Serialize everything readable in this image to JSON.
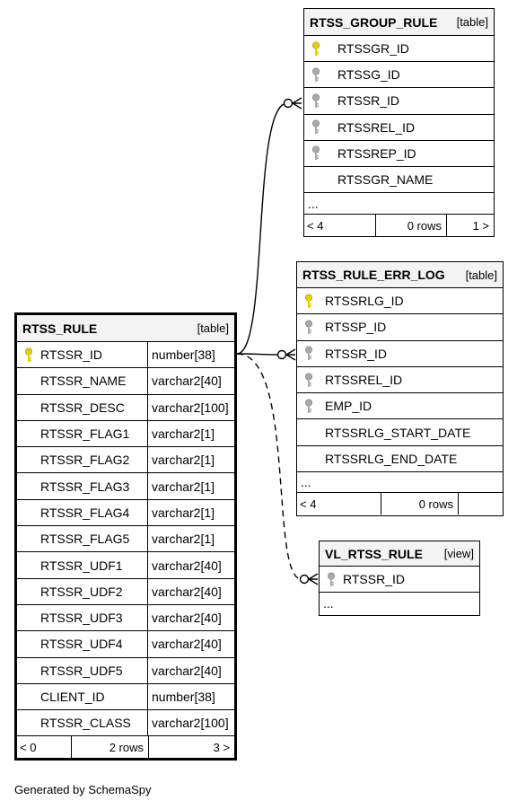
{
  "colors": {
    "primary_key": "#e6d000",
    "foreign_key": "#aaaaaa"
  },
  "tables": {
    "rtss_rule": {
      "name": "RTSS_RULE",
      "kind": "[table]",
      "columns": [
        {
          "name": "RTSSR_ID",
          "type": "number[38]",
          "key": "primary-key-icon"
        },
        {
          "name": "RTSSR_NAME",
          "type": "varchar2[40]",
          "key": ""
        },
        {
          "name": "RTSSR_DESC",
          "type": "varchar2[100]",
          "key": ""
        },
        {
          "name": "RTSSR_FLAG1",
          "type": "varchar2[1]",
          "key": ""
        },
        {
          "name": "RTSSR_FLAG2",
          "type": "varchar2[1]",
          "key": ""
        },
        {
          "name": "RTSSR_FLAG3",
          "type": "varchar2[1]",
          "key": ""
        },
        {
          "name": "RTSSR_FLAG4",
          "type": "varchar2[1]",
          "key": ""
        },
        {
          "name": "RTSSR_FLAG5",
          "type": "varchar2[1]",
          "key": ""
        },
        {
          "name": "RTSSR_UDF1",
          "type": "varchar2[40]",
          "key": ""
        },
        {
          "name": "RTSSR_UDF2",
          "type": "varchar2[40]",
          "key": ""
        },
        {
          "name": "RTSSR_UDF3",
          "type": "varchar2[40]",
          "key": ""
        },
        {
          "name": "RTSSR_UDF4",
          "type": "varchar2[40]",
          "key": ""
        },
        {
          "name": "RTSSR_UDF5",
          "type": "varchar2[40]",
          "key": ""
        },
        {
          "name": "CLIENT_ID",
          "type": "number[38]",
          "key": ""
        },
        {
          "name": "RTSSR_CLASS",
          "type": "varchar2[100]",
          "key": ""
        }
      ],
      "footer": {
        "parents": "< 0",
        "rows": "2 rows",
        "children": "3 >"
      }
    },
    "rtss_group_rule": {
      "name": "RTSS_GROUP_RULE",
      "kind": "[table]",
      "columns": [
        {
          "name": "RTSSGR_ID",
          "key": "primary-key-icon"
        },
        {
          "name": "RTSSG_ID",
          "key": "foreign-key-icon"
        },
        {
          "name": "RTSSR_ID",
          "key": "foreign-key-icon"
        },
        {
          "name": "RTSSREL_ID",
          "key": "foreign-key-icon"
        },
        {
          "name": "RTSSREP_ID",
          "key": "foreign-key-icon"
        },
        {
          "name": "RTSSGR_NAME",
          "key": ""
        }
      ],
      "ellipsis": "...",
      "footer": {
        "parents": "< 4",
        "rows": "0 rows",
        "children": "1 >"
      }
    },
    "rtss_rule_err_log": {
      "name": "RTSS_RULE_ERR_LOG",
      "kind": "[table]",
      "columns": [
        {
          "name": "RTSSRLG_ID",
          "key": "primary-key-icon"
        },
        {
          "name": "RTSSP_ID",
          "key": "foreign-key-icon"
        },
        {
          "name": "RTSSR_ID",
          "key": "foreign-key-icon"
        },
        {
          "name": "RTSSREL_ID",
          "key": "foreign-key-icon"
        },
        {
          "name": "EMP_ID",
          "key": "foreign-key-icon"
        },
        {
          "name": "RTSSRLG_START_DATE",
          "key": ""
        },
        {
          "name": "RTSSRLG_END_DATE",
          "key": ""
        }
      ],
      "ellipsis": "...",
      "footer": {
        "parents": "< 4",
        "rows": "0 rows",
        "children": ""
      }
    },
    "vl_rtss_rule": {
      "name": "VL_RTSS_RULE",
      "kind": "[view]",
      "columns": [
        {
          "name": "RTSSR_ID",
          "key": "foreign-key-icon"
        }
      ],
      "ellipsis": "..."
    }
  },
  "generated_by": "Generated by SchemaSpy"
}
